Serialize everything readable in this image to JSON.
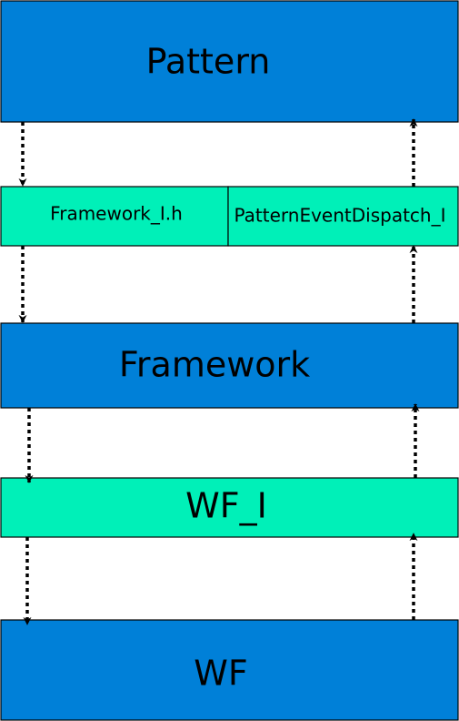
{
  "colors": {
    "layer_box": "#0080d8",
    "interface_box": "#00f0b8",
    "border": "#000000",
    "arrow": "#000000",
    "background": "#ffffff"
  },
  "boxes": {
    "pattern": {
      "label": "Pattern"
    },
    "framework_i_h": {
      "label": "Framework_I.h"
    },
    "pattern_event_dispatch_i": {
      "label": "PatternEventDispatch_I"
    },
    "framework": {
      "label": "Framework"
    },
    "wf_i": {
      "label": "WF_I"
    },
    "wf": {
      "label": "WF"
    }
  },
  "arrows": [
    {
      "from": "Pattern",
      "to": "Framework_I.h",
      "direction": "down",
      "style": "dotted"
    },
    {
      "from": "Framework_I.h",
      "to": "Framework",
      "direction": "down",
      "style": "dotted"
    },
    {
      "from": "Framework",
      "to": "WF_I",
      "direction": "down",
      "style": "dotted"
    },
    {
      "from": "WF_I",
      "to": "WF",
      "direction": "down",
      "style": "dotted"
    },
    {
      "from": "WF",
      "to": "WF_I",
      "direction": "up",
      "style": "dotted"
    },
    {
      "from": "WF_I",
      "to": "Framework",
      "direction": "up",
      "style": "dotted"
    },
    {
      "from": "Framework",
      "to": "PatternEventDispatch_I",
      "direction": "up",
      "style": "dotted"
    },
    {
      "from": "PatternEventDispatch_I",
      "to": "Pattern",
      "direction": "up",
      "style": "dotted"
    }
  ]
}
